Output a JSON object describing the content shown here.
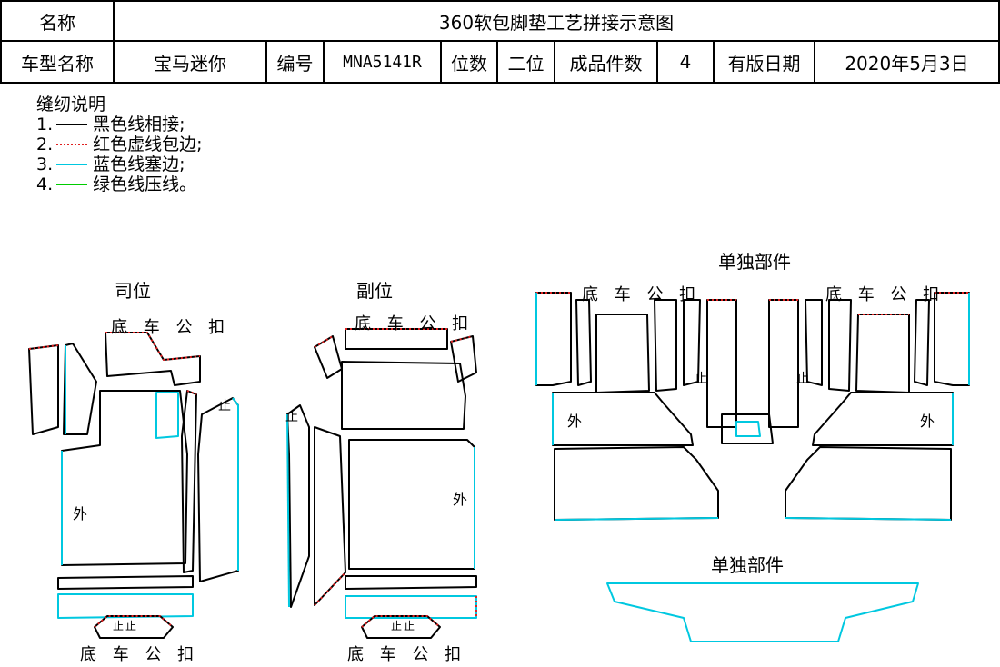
{
  "header": {
    "name_label": "名称",
    "title": "360软包脚垫工艺拼接示意图",
    "model_label": "车型名称",
    "model_value": "宝马迷你",
    "code_label": "编号",
    "code_value": "MNA5141R",
    "position_label": "位数",
    "position_value": "二位",
    "pieces_label": "成品件数",
    "pieces_value": "4",
    "date_label": "有版日期",
    "date_value": "2020年5月3日"
  },
  "legend": {
    "title": "缝纫说明",
    "items": [
      {
        "num": "1.",
        "text": "黑色线相接;",
        "color": "#000000",
        "style": "solid"
      },
      {
        "num": "2.",
        "text": "红色虚线包边;",
        "color": "#e02020",
        "style": "dotted"
      },
      {
        "num": "3.",
        "text": "蓝色线塞边;",
        "color": "#00c8e0",
        "style": "solid"
      },
      {
        "num": "4.",
        "text": "绿色线压线。",
        "color": "#00cc00",
        "style": "solid"
      }
    ]
  },
  "sections": {
    "driver": "司位",
    "passenger": "副位",
    "separate_1": "单独部件",
    "separate_2": "单独部件"
  },
  "labels": {
    "clip": "底 车 公 扣",
    "outside": "外",
    "stop": "止"
  },
  "colors": {
    "black_line": "#000000",
    "red_dotted": "#e02020",
    "cyan_line": "#00c8e0",
    "green_line": "#00cc00"
  }
}
